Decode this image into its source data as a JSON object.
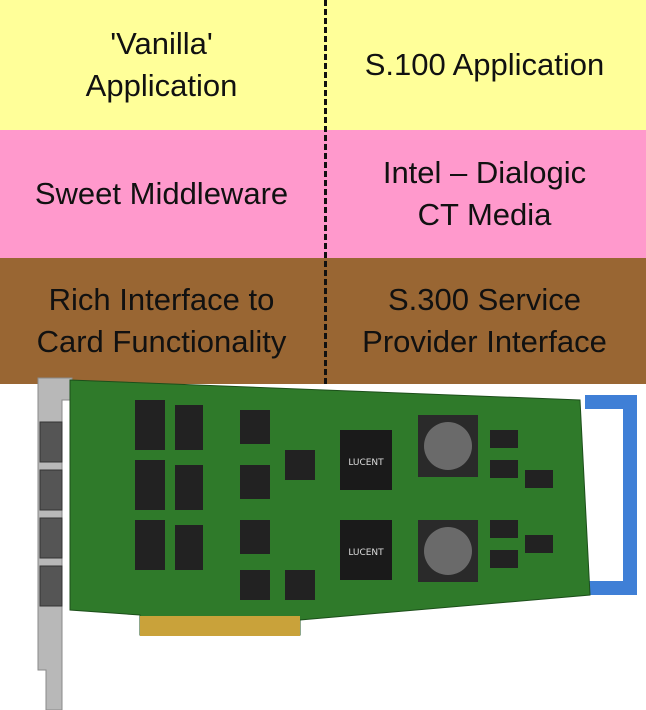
{
  "layers": [
    {
      "left": "'Vanilla'\nApplication",
      "right": "S.100 Application",
      "color": "#ffff99"
    },
    {
      "left": "Sweet Middleware",
      "right": "Intel – Dialogic\nCT Media",
      "color": "#ff99cc"
    },
    {
      "left": "Rich Interface to\nCard Functionality",
      "right": "S.300 Service\nProvider Interface",
      "color": "#996633"
    }
  ],
  "card": {
    "board_color": "#2f7a2a",
    "bracket_color": "#b8b8b8",
    "handle_color": "#3f7fd6",
    "chip_labels": [
      "LUCENT",
      "LUCENT"
    ]
  }
}
